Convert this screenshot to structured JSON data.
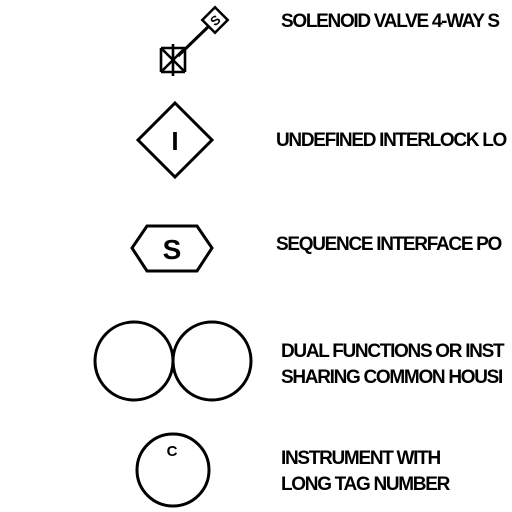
{
  "legend": {
    "solenoid_valve": {
      "symbol_letter": "S",
      "description": "SOLENOID VALVE 4-WAY S"
    },
    "undefined_interlock": {
      "symbol_letter": "I",
      "description": "UNDEFINED INTERLOCK LO"
    },
    "sequence_interface": {
      "symbol_letter": "S",
      "description": "SEQUENCE INTERFACE PO"
    },
    "dual_functions": {
      "description_line1": "DUAL FUNCTIONS OR INST",
      "description_line2": "SHARING COMMON HOUSI"
    },
    "long_tag_instrument": {
      "symbol_letter": "C",
      "description_line1": "INSTRUMENT WITH",
      "description_line2": "LONG TAG NUMBER"
    }
  },
  "colors": {
    "line": "#000000",
    "background": "#ffffff"
  }
}
